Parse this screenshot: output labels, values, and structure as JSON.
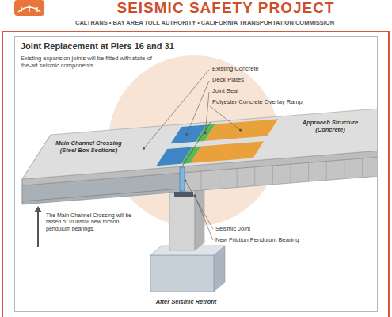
{
  "diagram": {
    "title": "SEISMIC SAFETY PROJECT",
    "nodes": [
      {
        "text": [
          "Joint Replacement at Piers 16 and 31",
          "Existing expansion joints will be fitted with state-of-the-art seismic components."
        ]
      }
    ],
    "labels": [
      "CALTRANS • BAY AREA TOLL AUTHORITY • CALIFORNIA TRANSPORTATION COMMISSION",
      "Existing Concrete",
      "Deck Plates",
      "Joint Seal",
      "Polyester Concrete Overlay Ramp",
      "Main Channel Crossing (Steel Box Sections)",
      "Approach Structure (Concrete)",
      "The Main Channel Crossing will be raised 5\" to install new friction pendulum bearings.",
      "Seismic Joint",
      "New Friction Pendulum Bearing",
      "After Seismic Retrofit"
    ]
  }
}
